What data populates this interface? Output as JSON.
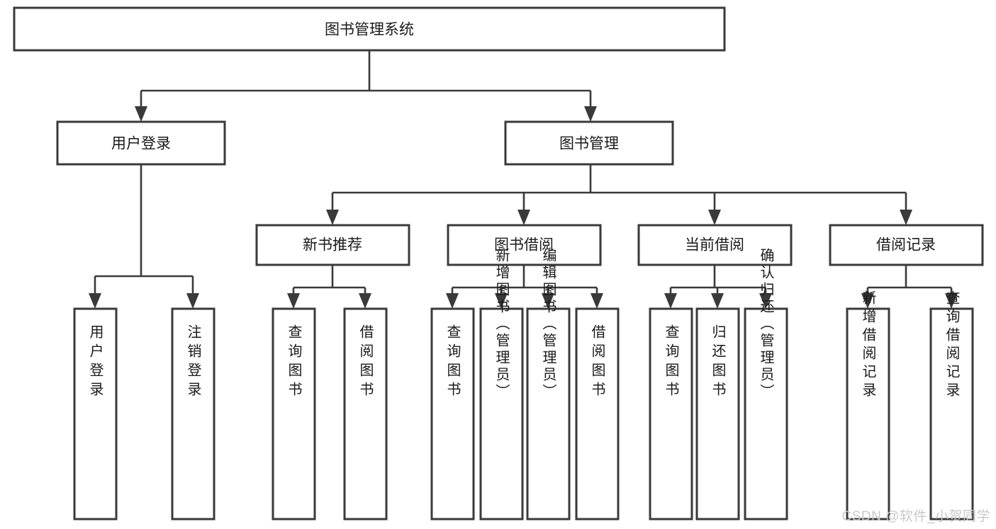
{
  "diagram": {
    "type": "tree-hierarchy",
    "title": "图书管理系统",
    "watermark": "CSDN @软件_小贺同学",
    "colors": {
      "stroke": "#3a3a3a",
      "fill": "#ffffff",
      "text": "#1a1a1a",
      "watermark": "#c9c9c9"
    },
    "root": {
      "label": "图书管理系统",
      "children": [
        {
          "label": "用户登录",
          "children": [
            {
              "label": "用户登录"
            },
            {
              "label": "注销登录"
            }
          ]
        },
        {
          "label": "图书管理",
          "children": [
            {
              "label": "新书推荐",
              "children": [
                {
                  "label": "查询图书"
                },
                {
                  "label": "借阅图书"
                }
              ]
            },
            {
              "label": "图书借阅",
              "children": [
                {
                  "label": "查询图书"
                },
                {
                  "label": "新增图书（管理员）"
                },
                {
                  "label": "编辑图书（管理员）"
                },
                {
                  "label": "借阅图书"
                }
              ]
            },
            {
              "label": "当前借阅",
              "children": [
                {
                  "label": "查询图书"
                },
                {
                  "label": "归还图书"
                },
                {
                  "label": "确认归还（管理员）"
                }
              ]
            },
            {
              "label": "借阅记录",
              "children": [
                {
                  "label": "新增借阅记录"
                },
                {
                  "label": "查询借阅记录"
                }
              ]
            }
          ]
        }
      ]
    },
    "nodes": {
      "root_system": "图书管理系统",
      "l1_user_login": "用户登录",
      "l1_book_mgmt": "图书管理",
      "l2_new_book": "新书推荐",
      "l2_borrow": "图书借阅",
      "l2_current": "当前借阅",
      "l2_record": "借阅记录",
      "leaf_user_login": "用户登录",
      "leaf_logout": "注销登录",
      "leaf_nb_query": "查询图书",
      "leaf_nb_borrow": "借阅图书",
      "leaf_bb_query": "查询图书",
      "leaf_bb_add": "新增图书（管理员）",
      "leaf_bb_edit": "编辑图书（管理员）",
      "leaf_bb_borrow": "借阅图书",
      "leaf_cb_query": "查询图书",
      "leaf_cb_return": "归还图书",
      "leaf_cb_confirm": "确认归还（管理员）",
      "leaf_br_add": "新增借阅记录",
      "leaf_br_query": "查询借阅记录"
    }
  }
}
